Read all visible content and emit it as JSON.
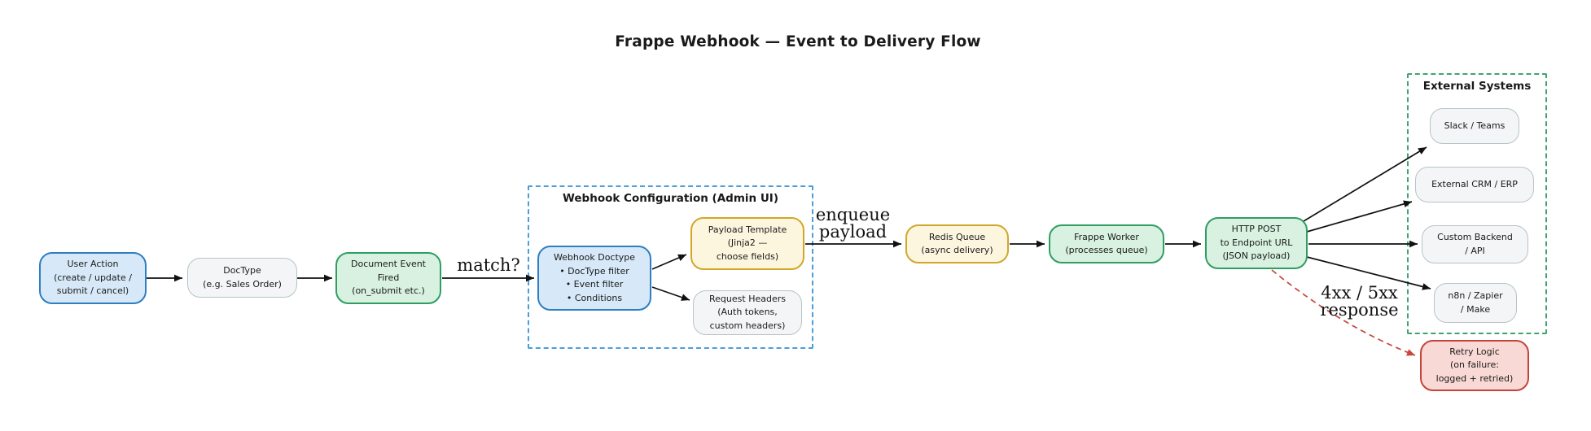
{
  "title": "Frappe Webhook — Event to Delivery Flow",
  "clusters": {
    "webhook_config": {
      "label": "Webhook Configuration (Admin UI)"
    },
    "external_systems": {
      "label": "External Systems"
    }
  },
  "nodes": {
    "user_action": {
      "label": "User Action\n(create / update /\nsubmit / cancel)"
    },
    "doctype": {
      "label": "DocType\n(e.g. Sales Order)"
    },
    "doc_event": {
      "label": "Document Event\nFired\n(on_submit etc.)"
    },
    "webhook_doctype": {
      "label": "Webhook Doctype\n• DocType filter\n• Event filter\n• Conditions"
    },
    "payload_template": {
      "label": "Payload Template\n(Jinja2 —\nchoose fields)"
    },
    "request_headers": {
      "label": "Request Headers\n(Auth tokens,\ncustom headers)"
    },
    "redis_queue": {
      "label": "Redis Queue\n(async delivery)"
    },
    "frappe_worker": {
      "label": "Frappe Worker\n(processes queue)"
    },
    "http_post": {
      "label": "HTTP POST\nto Endpoint URL\n(JSON payload)"
    },
    "slack_teams": {
      "label": "Slack / Teams"
    },
    "external_crm": {
      "label": "External CRM / ERP"
    },
    "custom_backend": {
      "label": "Custom Backend\n/ API"
    },
    "n8n_zapier": {
      "label": "n8n / Zapier\n/ Make"
    },
    "retry_logic": {
      "label": "Retry Logic\n(on failure:\nlogged + retried)"
    }
  },
  "edge_labels": {
    "match": "match?",
    "enqueue": "enqueue\npayload",
    "error_response": "4xx / 5xx\nresponse"
  },
  "colors": {
    "node_blue_fill": "#d7e9f8",
    "node_blue_border": "#2f7ec0",
    "node_gray_fill": "#f3f5f6",
    "node_gray_border": "#b7c4c6",
    "node_green_fill": "#d8f1e0",
    "node_green_border": "#2f9e63",
    "node_yellow_fill": "#fdf6df",
    "node_yellow_border": "#d1a72b",
    "node_red_fill": "#f9d9d5",
    "node_red_border": "#c4443a",
    "cluster_blue_border": "#4a9fd8",
    "cluster_green_border": "#3fa46f",
    "edge_color": "#111111",
    "error_edge_color": "#c8463c"
  }
}
